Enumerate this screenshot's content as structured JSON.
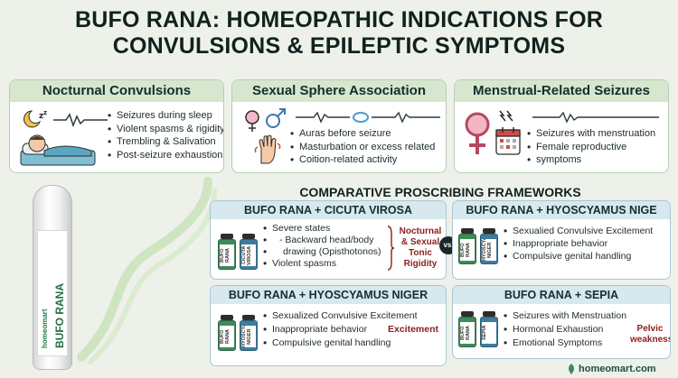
{
  "title": {
    "line1": "BUFO RANA: HOMEOPATHIC INDICATIONS FOR",
    "line2": "CONVULSIONS & EPILEPTIC SYMPTOMS"
  },
  "cards": [
    {
      "heading": "Nocturnal Convulsions",
      "bullets": [
        "Seizures during sleep",
        "Violent spasms & rigidity",
        "Trembling & Salivation",
        "Post-seizure exhaustion"
      ]
    },
    {
      "heading": "Sexual Sphere Association",
      "bullets": [
        "Auras before seizure",
        "Masturbation or excess related",
        "Coition-related activity"
      ]
    },
    {
      "heading": "Menstrual-Related Seizures",
      "bullets": [
        "Seizures with menstruation",
        "Female reproductive",
        "symptoms"
      ]
    }
  ],
  "comparative": {
    "title": "COMPARATIVE PROSCRIBING FRAMEWORKS",
    "vs_label": "vs.",
    "panels": [
      {
        "heading": "BUFO RANA + CICUTA VIROSA",
        "vials": [
          "BUFO RANA",
          "CICUTA VIROSA"
        ],
        "bullets": [
          "Severe states",
          "- Backward head/body",
          "drawing (Opisthotonos)",
          "Violent spasms"
        ],
        "note": "Nocturnal & Sexual Tonic Rigidity"
      },
      {
        "heading": "BUFO RANA + HYOSCYAMUS NIGE",
        "vials": [
          "BUFO RANA",
          "HYOSCYA NIGER"
        ],
        "bullets": [
          "Sexualied Convulsive Excitement",
          "Inappropriate behavior",
          "Compulsive genital handling"
        ],
        "note": ""
      },
      {
        "heading": "BUFO RANA + HYOSCYAMUS NIGER",
        "vials": [
          "BUFO RANA",
          "HYOSCYA NIGER"
        ],
        "bullets": [
          "Sexualized Convulsive Excitement",
          "Inappropriate behavior",
          "Compulsive genital handling"
        ],
        "note": "Excitement"
      },
      {
        "heading": "BUFO RANA + SEPIA",
        "vials": [
          "BUFO RANA",
          "SEPIA"
        ],
        "bullets": [
          "Seizures with Menstruation",
          "Hormonal Exhaustion",
          "Emotional Symptoms"
        ],
        "note": "Pelvic weakness"
      }
    ]
  },
  "bottle": {
    "brand": "homeomart",
    "name": "BUFO RANA"
  },
  "footer": {
    "brand": "homeomart.com"
  },
  "colors": {
    "background": "#eef1ea",
    "card_header": "#d6e6cf",
    "panel_header": "#d7e8ef",
    "accent_red": "#8d1d1d",
    "vial_green": "#3f8a5a",
    "vial_blue": "#3f7c9c"
  },
  "icons": [
    "moon-icon",
    "sleeping-person-icon",
    "heartbeat-wave-icon",
    "female-symbol-icon",
    "male-symbol-icon",
    "raised-hand-icon",
    "calendar-icon",
    "lightning-icon",
    "medicine-vial-icon",
    "leaf-icon"
  ]
}
